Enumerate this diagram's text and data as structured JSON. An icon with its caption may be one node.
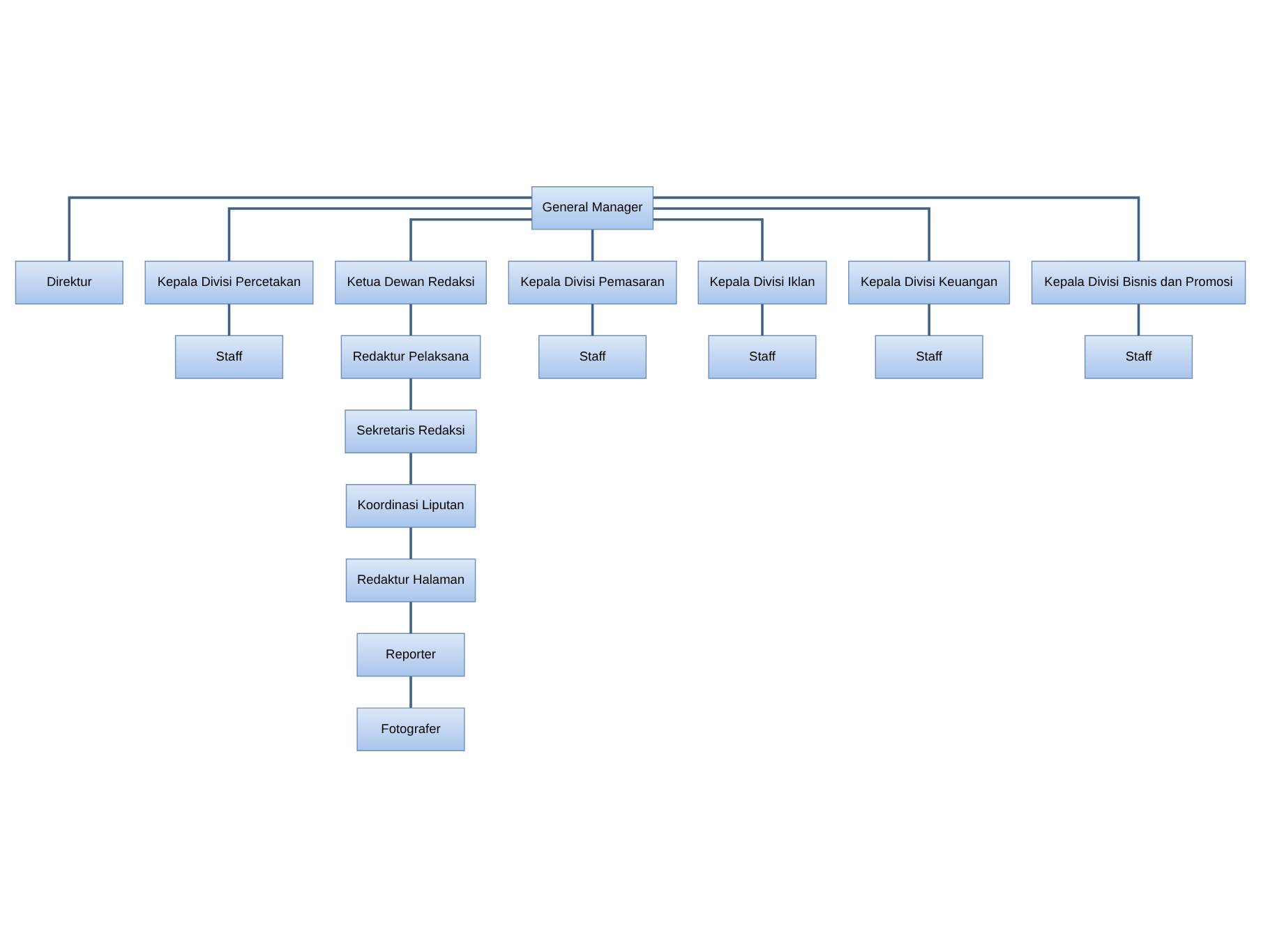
{
  "diagram": {
    "nodes": [
      {
        "text": [
          "General Manager"
        ]
      },
      {
        "text": [
          "Direktur"
        ]
      },
      {
        "text": [
          "Kepala Divisi Percetakan"
        ]
      },
      {
        "text": [
          "Ketua Dewan Redaksi"
        ]
      },
      {
        "text": [
          "Kepala Divisi Pemasaran"
        ]
      },
      {
        "text": [
          "Kepala Divisi Iklan"
        ]
      },
      {
        "text": [
          "Kepala Divisi Keuangan"
        ]
      },
      {
        "text": [
          "Kepala Divisi Bisnis dan Promosi"
        ]
      },
      {
        "text": [
          "Staff"
        ]
      },
      {
        "text": [
          "Redaktur Pelaksana"
        ]
      },
      {
        "text": [
          "Staff"
        ]
      },
      {
        "text": [
          "Staff"
        ]
      },
      {
        "text": [
          "Staff"
        ]
      },
      {
        "text": [
          "Staff"
        ]
      },
      {
        "text": [
          "Sekretaris Redaksi"
        ]
      },
      {
        "text": [
          "Koordinasi Liputan"
        ]
      },
      {
        "text": [
          "Redaktur Halaman"
        ]
      },
      {
        "text": [
          "Reporter"
        ]
      },
      {
        "text": [
          "Fotografer"
        ]
      }
    ],
    "edges": [
      {
        "from": 0,
        "to": 1,
        "arrow": "none"
      },
      {
        "from": 0,
        "to": 2,
        "arrow": "none"
      },
      {
        "from": 0,
        "to": 3,
        "arrow": "none"
      },
      {
        "from": 0,
        "to": 4,
        "arrow": "none"
      },
      {
        "from": 0,
        "to": 5,
        "arrow": "none"
      },
      {
        "from": 0,
        "to": 6,
        "arrow": "none"
      },
      {
        "from": 0,
        "to": 7,
        "arrow": "none"
      },
      {
        "from": 2,
        "to": 8,
        "arrow": "none"
      },
      {
        "from": 3,
        "to": 9,
        "arrow": "none"
      },
      {
        "from": 4,
        "to": 10,
        "arrow": "none"
      },
      {
        "from": 5,
        "to": 11,
        "arrow": "none"
      },
      {
        "from": 6,
        "to": 12,
        "arrow": "none"
      },
      {
        "from": 7,
        "to": 13,
        "arrow": "none"
      },
      {
        "from": 9,
        "to": 14,
        "arrow": "none"
      },
      {
        "from": 14,
        "to": 15,
        "arrow": "none"
      },
      {
        "from": 15,
        "to": 16,
        "arrow": "none"
      },
      {
        "from": 16,
        "to": 17,
        "arrow": "none"
      },
      {
        "from": 17,
        "to": 18,
        "arrow": "none"
      }
    ]
  }
}
